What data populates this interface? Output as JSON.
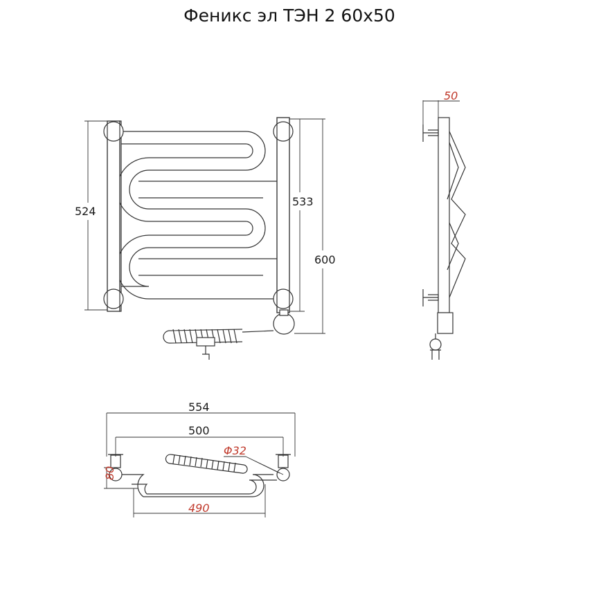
{
  "title": "Феникс эл ТЭН 2 60х50",
  "front_view": {
    "dim_height_outer": "524",
    "dim_height_inner": "533",
    "dim_height_total": "600"
  },
  "side_view": {
    "dim_depth": "50"
  },
  "top_view": {
    "dim_width_total": "554",
    "dim_width_center": "500",
    "dim_loop_width": "490",
    "dim_depth": "80",
    "dim_diameter": "Φ32"
  },
  "colors": {
    "line": "#333333",
    "accent_dimension": "#c0392b"
  }
}
